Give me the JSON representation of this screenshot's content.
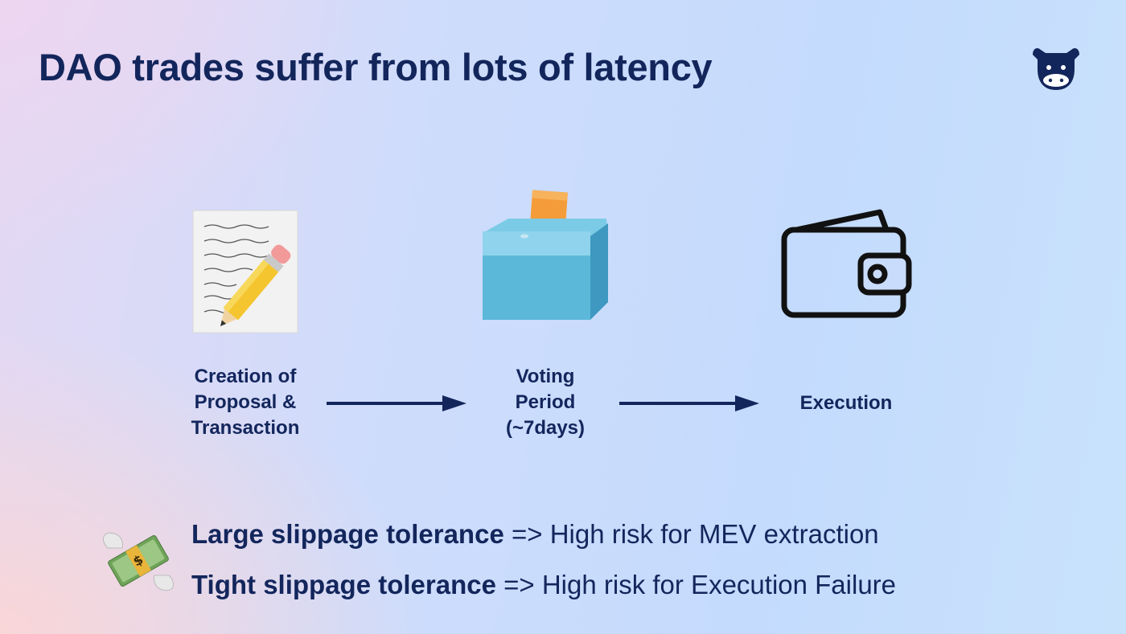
{
  "title": "DAO trades suffer from lots of latency",
  "icons": {
    "proposal": "memo-pencil-icon",
    "voting": "ballot-box-icon",
    "execution": "wallet-icon",
    "logo": "cow-logo-icon",
    "money": "money-with-wings-icon"
  },
  "flow": {
    "steps": [
      {
        "label": "Creation of\nProposal &\nTransaction"
      },
      {
        "label": "Voting\nPeriod\n(~7days)"
      },
      {
        "label": "Execution"
      }
    ]
  },
  "risks": [
    {
      "term": "Large slippage tolerance",
      "result": "=> High risk for MEV extraction"
    },
    {
      "term": "Tight slippage tolerance ",
      "result": " => High risk for Execution Failure"
    }
  ],
  "colors": {
    "text": "#13265c",
    "ballot_box": "#5bb8d9",
    "ballot_paper": "#f59c3a",
    "pencil": "#f5c530"
  }
}
